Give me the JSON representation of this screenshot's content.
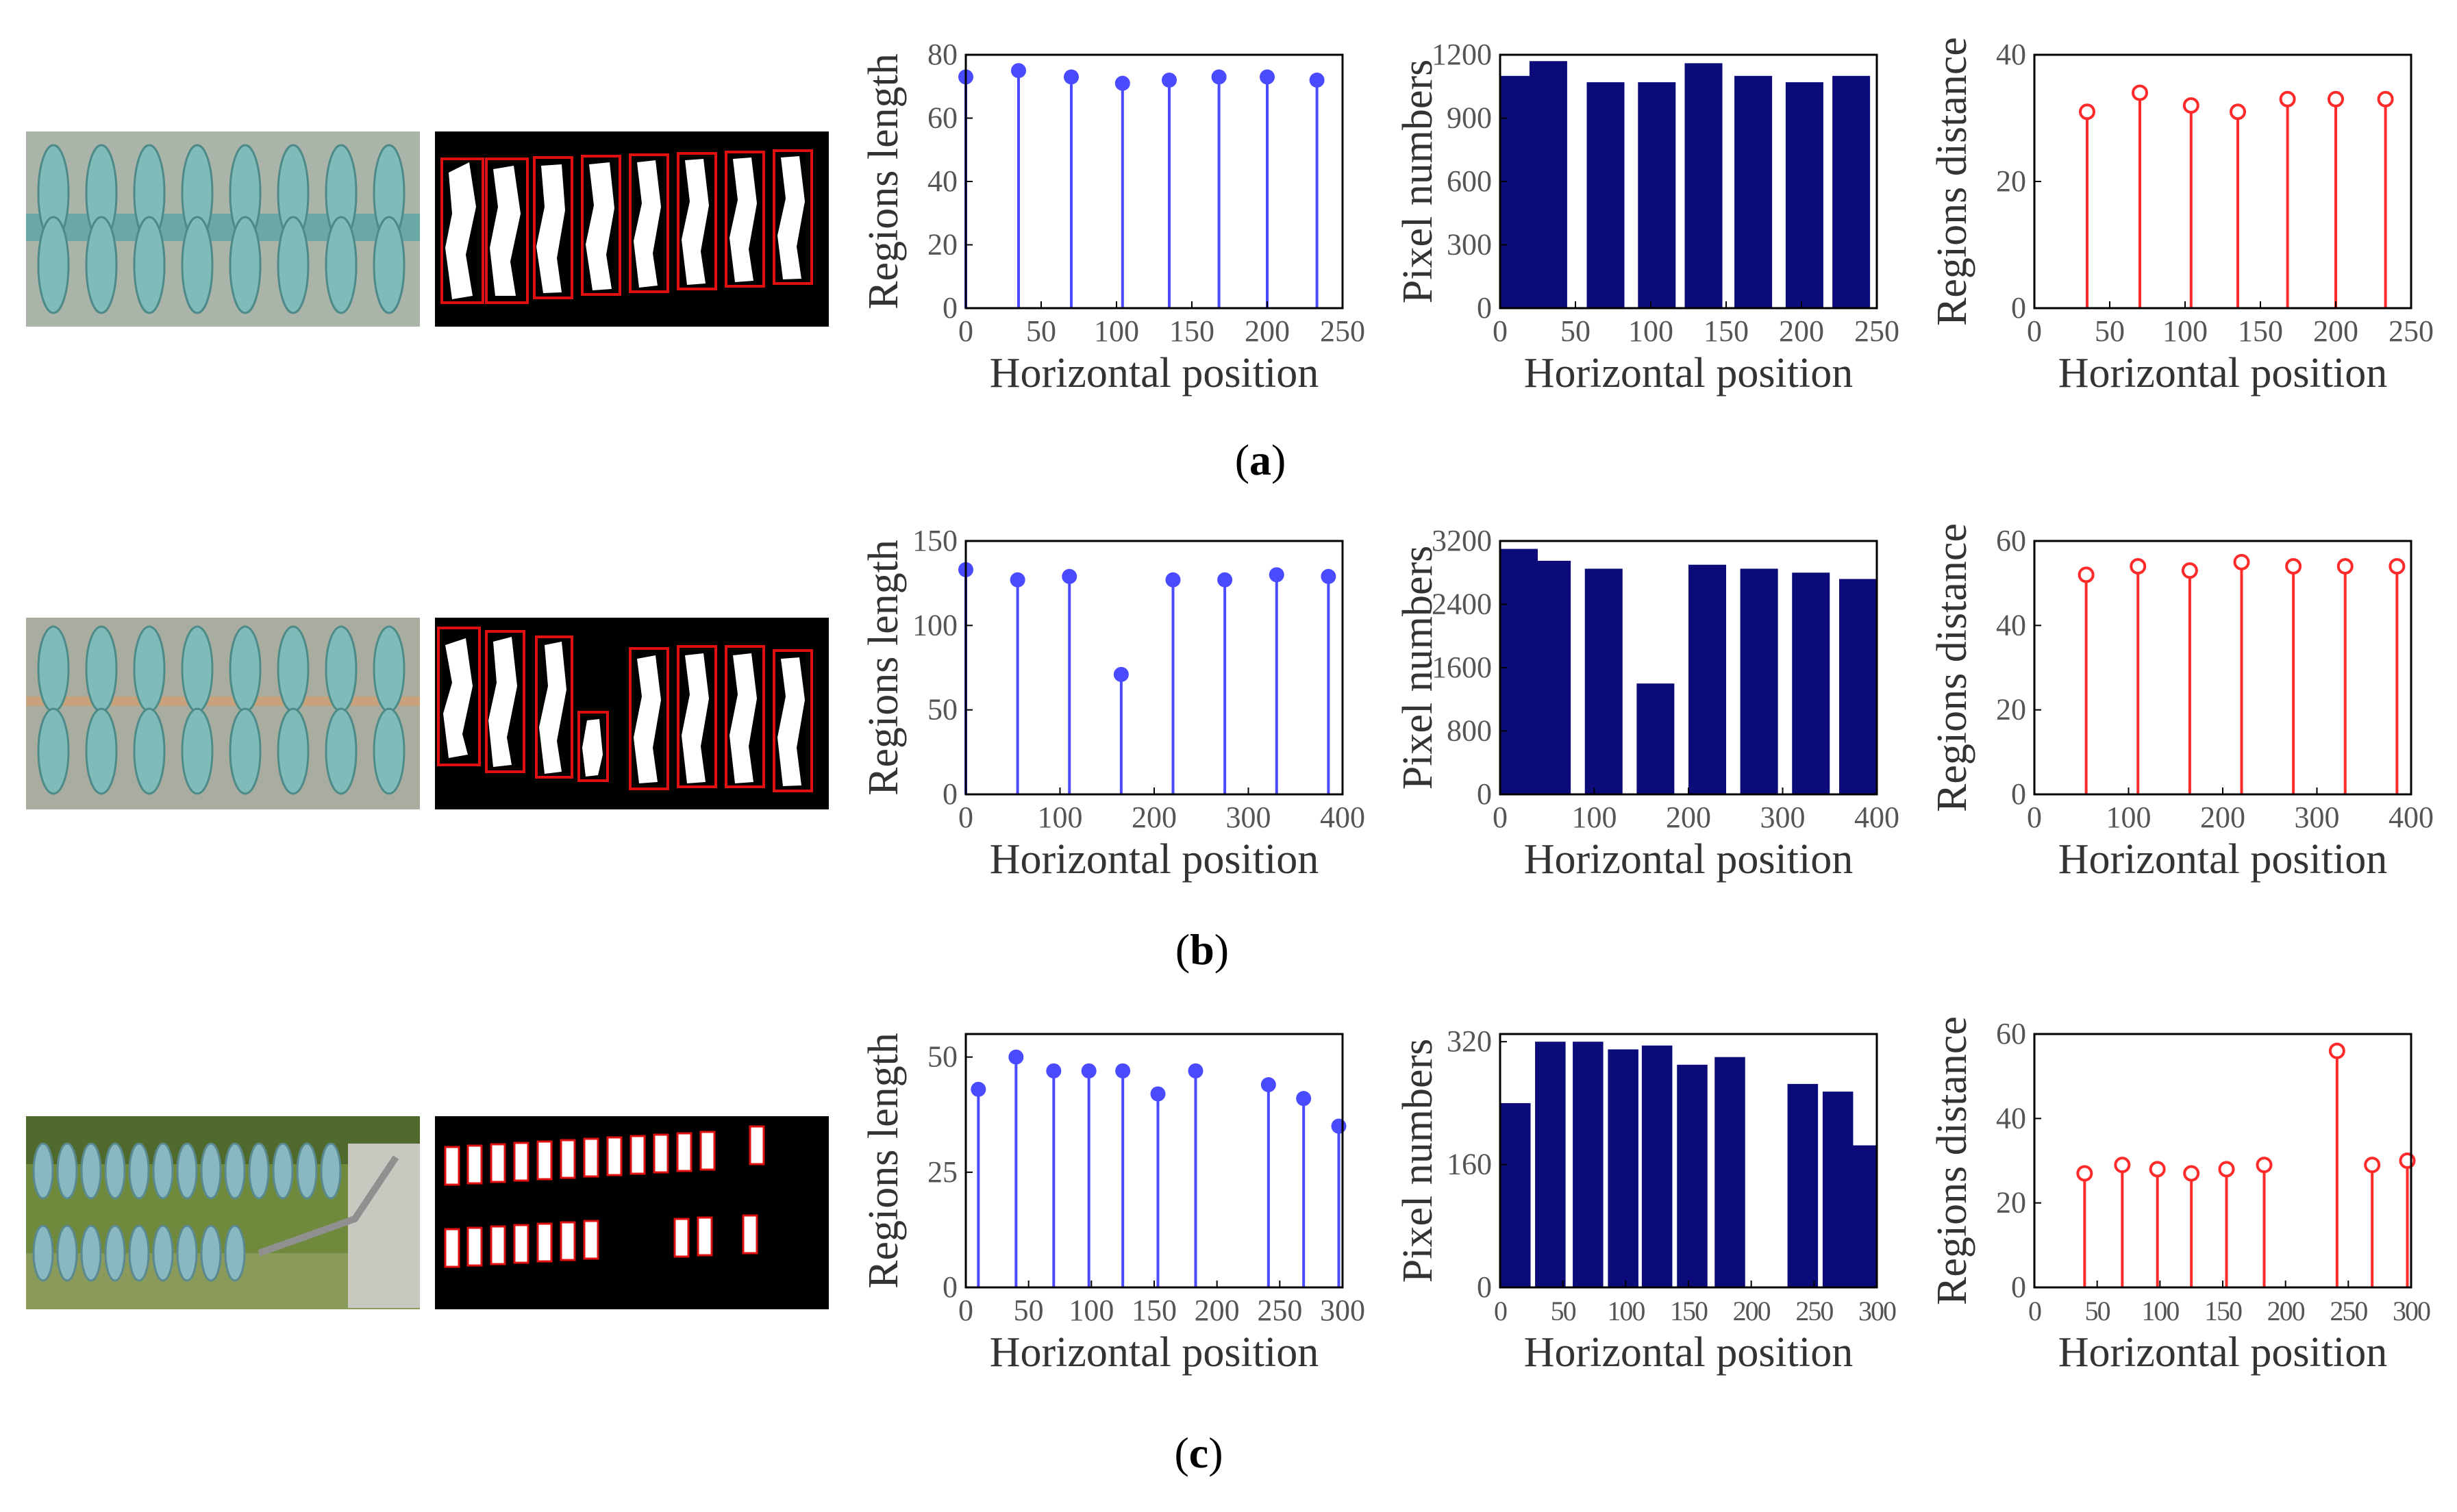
{
  "captions": {
    "a": "a",
    "b": "b",
    "c": "c"
  },
  "colors": {
    "stem_blue": "#4a4aff",
    "bar_navy": "#0b0b7a",
    "stem_red": "#ff2a2a",
    "insulator": "#6aa7a5",
    "mask_box": "#e01010"
  },
  "chart_data": [
    {
      "id": "a1",
      "type": "stem",
      "marker": "filled",
      "color": "#4a4aff",
      "x": [
        0,
        35,
        70,
        104,
        135,
        168,
        200,
        233
      ],
      "y": [
        73,
        75,
        73,
        71,
        72,
        73,
        73,
        72
      ],
      "xlim": [
        0,
        250
      ],
      "ylim": [
        0,
        80
      ],
      "xticks": [
        "0",
        "50",
        "100",
        "150",
        "200",
        "250"
      ],
      "xtickvals": [
        0,
        50,
        100,
        150,
        200,
        250
      ],
      "yticks": [
        "0",
        "20",
        "40",
        "60",
        "80"
      ],
      "ytickvals": [
        0,
        20,
        40,
        60,
        80
      ],
      "xlabel": "Horizontal position",
      "ylabel": "Regions  length"
    },
    {
      "id": "a2",
      "type": "bar",
      "color": "#0b0b7a",
      "x": [
        0,
        32,
        70,
        104,
        135,
        168,
        202,
        233
      ],
      "y": [
        1100,
        1170,
        1070,
        1070,
        1160,
        1100,
        1070,
        1100
      ],
      "xlim": [
        0,
        250
      ],
      "ylim": [
        0,
        1200
      ],
      "xticks": [
        "0",
        "50",
        "100",
        "150",
        "200",
        "250"
      ],
      "xtickvals": [
        0,
        50,
        100,
        150,
        200,
        250
      ],
      "yticks": [
        "0",
        "300",
        "600",
        "900",
        "1200"
      ],
      "ytickvals": [
        0,
        300,
        600,
        900,
        1200
      ],
      "xlabel": "Horizontal position",
      "ylabel": "Pixel numbers"
    },
    {
      "id": "a3",
      "type": "stem",
      "marker": "hollow",
      "color": "#ff2a2a",
      "x": [
        35,
        70,
        104,
        135,
        168,
        200,
        233
      ],
      "y": [
        31,
        34,
        32,
        31,
        33,
        33,
        33
      ],
      "xlim": [
        0,
        250
      ],
      "ylim": [
        0,
        40
      ],
      "xticks": [
        "0",
        "50",
        "100",
        "150",
        "200",
        "250"
      ],
      "xtickvals": [
        0,
        50,
        100,
        150,
        200,
        250
      ],
      "yticks": [
        "0",
        "20",
        "40"
      ],
      "ytickvals": [
        0,
        20,
        40
      ],
      "xlabel": "Horizontal position",
      "ylabel": "Regions distance"
    },
    {
      "id": "b1",
      "type": "stem",
      "marker": "filled",
      "color": "#4a4aff",
      "x": [
        0,
        55,
        110,
        165,
        220,
        275,
        330,
        385
      ],
      "y": [
        133,
        127,
        129,
        71,
        127,
        127,
        130,
        129
      ],
      "xlim": [
        0,
        400
      ],
      "ylim": [
        0,
        150
      ],
      "xticks": [
        "0",
        "100",
        "200",
        "300",
        "400"
      ],
      "xtickvals": [
        0,
        100,
        200,
        300,
        400
      ],
      "yticks": [
        "0",
        "50",
        "100",
        "150"
      ],
      "ytickvals": [
        0,
        50,
        100,
        150
      ],
      "xlabel": "Horizontal position",
      "ylabel": "Regions  length"
    },
    {
      "id": "b2",
      "type": "bar",
      "color": "#0b0b7a",
      "x": [
        0,
        55,
        110,
        165,
        220,
        275,
        330,
        385
      ],
      "y": [
        3100,
        2950,
        2850,
        1400,
        2900,
        2850,
        2800,
        2720
      ],
      "xlim": [
        0,
        400
      ],
      "ylim": [
        0,
        3200
      ],
      "xticks": [
        "0",
        "100",
        "200",
        "300",
        "400"
      ],
      "xtickvals": [
        0,
        100,
        200,
        300,
        400
      ],
      "yticks": [
        "0",
        "800",
        "1600",
        "2400",
        "3200"
      ],
      "ytickvals": [
        0,
        800,
        1600,
        2400,
        3200
      ],
      "xlabel": "Horizontal position",
      "ylabel": "Pixel numbers"
    },
    {
      "id": "b3",
      "type": "stem",
      "marker": "hollow",
      "color": "#ff2a2a",
      "x": [
        55,
        110,
        165,
        220,
        275,
        330,
        385
      ],
      "y": [
        52,
        54,
        53,
        55,
        54,
        54,
        54
      ],
      "xlim": [
        0,
        400
      ],
      "ylim": [
        0,
        60
      ],
      "xticks": [
        "0",
        "100",
        "200",
        "300",
        "400"
      ],
      "xtickvals": [
        0,
        100,
        200,
        300,
        400
      ],
      "yticks": [
        "0",
        "20",
        "40",
        "60"
      ],
      "ytickvals": [
        0,
        20,
        40,
        60
      ],
      "xlabel": "Horizontal position",
      "ylabel": "Regions distance"
    },
    {
      "id": "c1",
      "type": "stem",
      "marker": "filled",
      "color": "#4a4aff",
      "x": [
        10,
        40,
        70,
        98,
        125,
        153,
        183,
        241,
        269,
        297
      ],
      "y": [
        43,
        50,
        47,
        47,
        47,
        42,
        47,
        44,
        41,
        35
      ],
      "xlim": [
        0,
        300
      ],
      "ylim": [
        0,
        55
      ],
      "xticks": [
        "0",
        "50",
        "100",
        "150",
        "200",
        "250",
        "300"
      ],
      "xtickvals": [
        0,
        50,
        100,
        150,
        200,
        250,
        300
      ],
      "yticks": [
        "0",
        "25",
        "50"
      ],
      "ytickvals": [
        0,
        25,
        50
      ],
      "xlabel": "Horizontal position",
      "ylabel": "Regions  length"
    },
    {
      "id": "c2",
      "type": "bar",
      "color": "#0b0b7a",
      "x": [
        10,
        40,
        70,
        98,
        125,
        153,
        183,
        241,
        269,
        297
      ],
      "y": [
        240,
        320,
        320,
        310,
        315,
        290,
        300,
        265,
        255,
        185
      ],
      "xlim": [
        0,
        300
      ],
      "ylim": [
        0,
        330
      ],
      "xticks": [
        "0",
        "50",
        "100",
        "150",
        "200",
        "250",
        "300"
      ],
      "xtickvals": [
        0,
        50,
        100,
        150,
        200,
        250,
        300
      ],
      "yticks": [
        "0",
        "160",
        "320"
      ],
      "ytickvals": [
        0,
        160,
        320
      ],
      "xtickstyle": "compact",
      "xlabel": "Horizontal position",
      "ylabel": "Pixel numbers"
    },
    {
      "id": "c3",
      "type": "stem",
      "marker": "hollow",
      "color": "#ff2a2a",
      "x": [
        40,
        70,
        98,
        125,
        153,
        183,
        241,
        269,
        297
      ],
      "y": [
        27,
        29,
        28,
        27,
        28,
        29,
        56,
        29,
        30
      ],
      "xlim": [
        0,
        300
      ],
      "ylim": [
        0,
        60
      ],
      "xticks": [
        "0",
        "50",
        "100",
        "150",
        "200",
        "250",
        "300"
      ],
      "xtickvals": [
        0,
        50,
        100,
        150,
        200,
        250,
        300
      ],
      "yticks": [
        "0",
        "20",
        "40",
        "60"
      ],
      "ytickvals": [
        0,
        20,
        40,
        60
      ],
      "xtickstyle": "compact",
      "xlabel": "Horizontal position",
      "ylabel": "Regions distance"
    }
  ]
}
